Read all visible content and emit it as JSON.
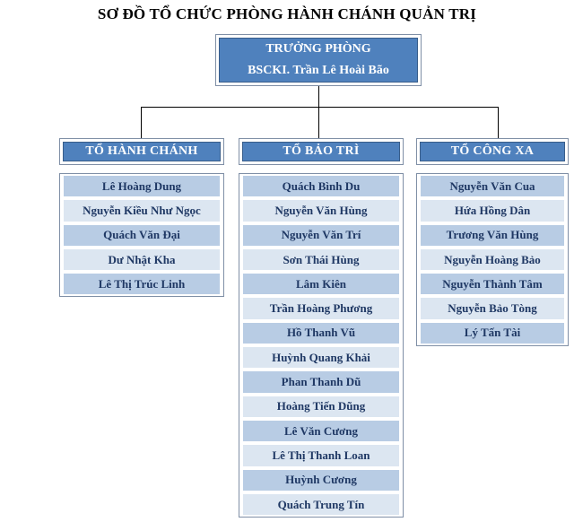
{
  "title": "SƠ ĐỒ TỔ CHỨC PHÒNG HÀNH CHÁNH QUẢN TRỊ",
  "head": {
    "role": "TRƯỞNG PHÒNG",
    "name": "BSCKI. Trần Lê Hoài Bão"
  },
  "departments": [
    {
      "name": "TỔ HÀNH CHÁNH",
      "members": [
        "Lê Hoàng Dung",
        "Nguyễn Kiều Như Ngọc",
        "Quách Văn Đại",
        "Dư Nhật Kha",
        "Lê Thị Trúc Linh"
      ]
    },
    {
      "name": "TỔ BẢO TRÌ",
      "members": [
        "Quách Bình Du",
        "Nguyễn Văn Hùng",
        "Nguyễn Văn Trí",
        "Sơn Thái Hùng",
        "Lâm Kiên",
        "Trần Hoàng Phương",
        "Hồ Thanh Vũ",
        "Huỳnh Quang Khải",
        "Phan Thanh Dũ",
        "Hoàng Tiến Dũng",
        "Lê Văn Cương",
        "Lê Thị Thanh Loan",
        "Huỳnh Cương",
        "Quách Trung Tín"
      ]
    },
    {
      "name": "TỔ CÔNG XA",
      "members": [
        "Nguyễn Văn Cua",
        "Hứa Hồng Dân",
        "Trương Văn Hùng",
        "Nguyễn Hoàng Bảo",
        "Nguyễn Thành Tâm",
        "Nguyễn Bảo Tòng",
        "Lý Tấn Tài"
      ]
    }
  ]
}
